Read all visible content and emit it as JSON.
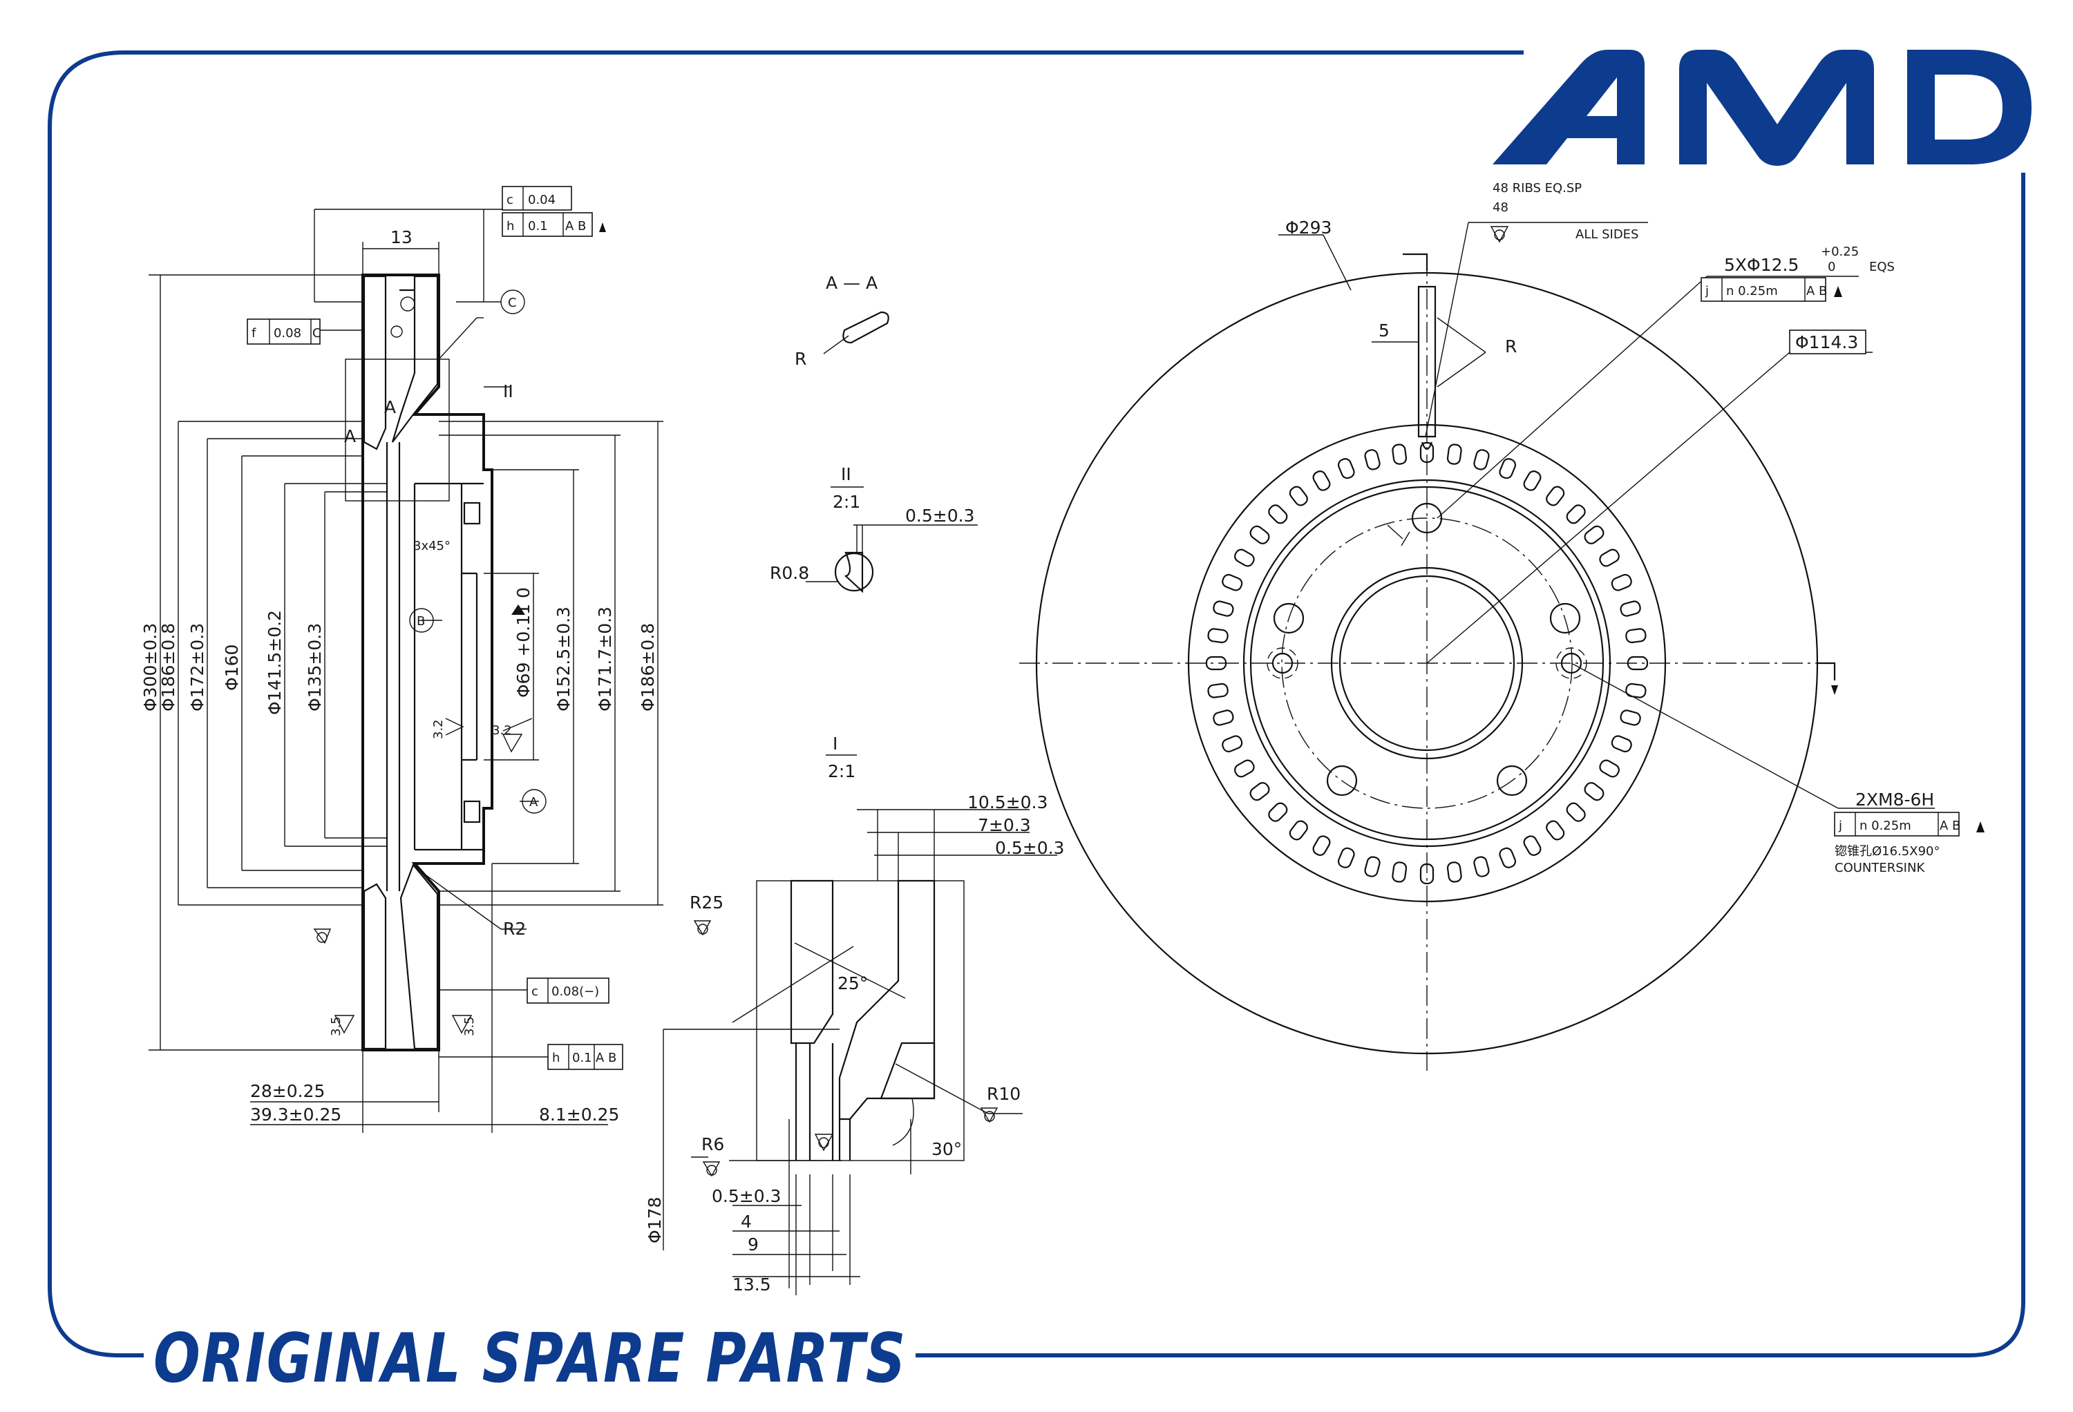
{
  "brand": {
    "logo_text": "AMD",
    "footer_slogan": "ORIGINAL SPARE PARTS",
    "colors": {
      "brand_blue": "#0d3b8e",
      "line": "#111111",
      "background": "#ffffff"
    }
  },
  "section_view": {
    "label_13": "13",
    "gdt_c": {
      "symbol": "c",
      "value": "0.04"
    },
    "gdt_h_top": {
      "symbol": "h",
      "value": "0.1",
      "ref": "A B"
    },
    "gdt_f": {
      "symbol": "f",
      "value": "0.08",
      "ref": "C"
    },
    "datum_c": "C",
    "datum_b": "B",
    "datum_a": "A",
    "label_A_left": "A",
    "label_A_right": "A",
    "detail_II": "II",
    "dims_left": [
      "Φ300±0.3",
      "Φ186±0.8",
      "Φ172±0.3",
      "Φ160",
      "Φ141.5±0.2",
      "Φ135±0.3"
    ],
    "dims_right": [
      "Φ69 +0.11 0",
      "Φ152.5±0.3",
      "Φ171.7±0.3",
      "Φ186±0.8"
    ],
    "chamfer": "3x45°",
    "rough_32_left": "3.2",
    "rough_32_right": "3.2",
    "rough_35_left": "3.5",
    "rough_35_right": "3.5",
    "radius_r2": "R2",
    "gdt_c_bottom": {
      "symbol": "c",
      "value": "0.08(−)"
    },
    "gdt_h_bottom": {
      "symbol": "h",
      "value": "0.1",
      "ref": "A B"
    },
    "dim_28": "28±0.25",
    "dim_39": "39.3±0.25",
    "dim_81": "8.1±0.25"
  },
  "detail_aa": {
    "title": "A — A",
    "radius": "R"
  },
  "detail_ii": {
    "title": "II",
    "scale": "2:1",
    "radius": "R0.8",
    "dim": "0.5±0.3"
  },
  "detail_i": {
    "title": "I",
    "scale": "2:1",
    "dims_top": [
      "10.5±0.3",
      "7±0.3",
      "0.5±0.3"
    ],
    "r25": "R25",
    "angle_25": "25°",
    "r10": "R10",
    "r6": "R6",
    "angle_30": "30°",
    "dia_178": "Φ178",
    "dims_bottom": [
      "0.5±0.3",
      "4",
      "9",
      "13.5"
    ]
  },
  "front_view": {
    "ribs_note": "48 RIBS EQ.SP",
    "ribs_count": "48",
    "all_sides": "ALL SIDES",
    "dia_293": "Φ293",
    "holes_note": "5XΦ12.5",
    "holes_tol_upper": "+0.25",
    "holes_tol_lower": "0",
    "eqs": "EQS",
    "gdt_holes": {
      "symbol": "j",
      "value": "n 0.25m",
      "ref": "A B"
    },
    "dim_5": "5",
    "radius_r": "R",
    "dia_1143": "Φ114.3",
    "thread_note": "2XM8-6H",
    "gdt_thread": {
      "symbol": "j",
      "value": "n 0.25m",
      "ref": "A B"
    },
    "cn_note": "锪锥孔Ø16.5X90°",
    "countersink": "COUNTERSINK"
  }
}
